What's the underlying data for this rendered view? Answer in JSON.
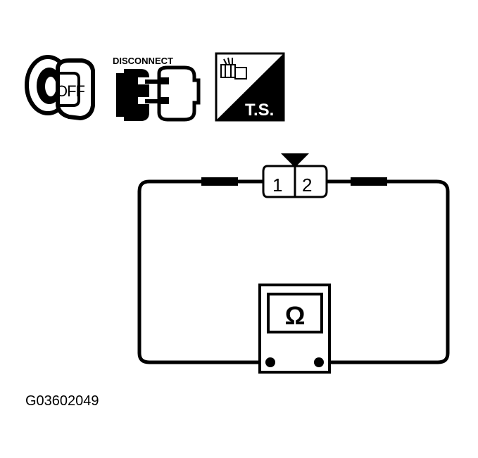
{
  "icons": {
    "ignition": {
      "label": "OFF",
      "icon": "ignition-key-off-icon"
    },
    "disconnect": {
      "label": "DISCONNECT",
      "icon": "connector-disconnect-icon"
    },
    "test_sheet": {
      "label": "T.S.",
      "icon": "terminal-set-icon"
    }
  },
  "connector": {
    "pin1": "1",
    "pin2": "2"
  },
  "meter": {
    "symbol": "Ω",
    "icon": "ohmmeter-icon"
  },
  "figure_code": "G03602049"
}
